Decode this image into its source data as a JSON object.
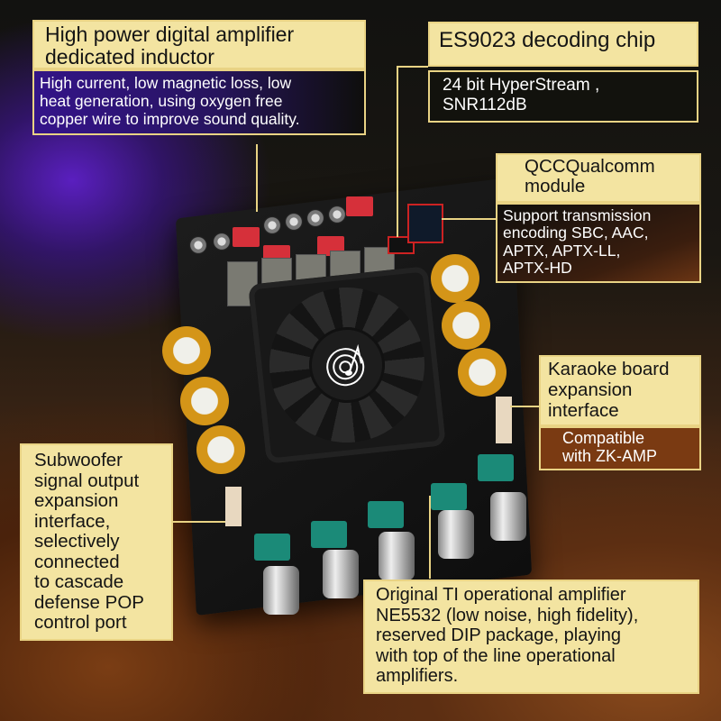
{
  "image": {
    "subject": "audio amplifier board with cooling fan",
    "background_colors": {
      "top_left": "#5a1fbf",
      "bottom": "#6a3514",
      "top": "#151412"
    },
    "accent_colors": {
      "label_fill": "#f3e4a1",
      "label_border": "#e9d384",
      "label_text": "#141414",
      "desc_text": "#ffffff"
    }
  },
  "callouts": {
    "inductor": {
      "title": [
        "High power digital amplifier",
        "dedicated inductor"
      ],
      "description": [
        "High current, low magnetic loss, low",
        "heat generation, using oxygen free",
        "copper wire to improve sound quality."
      ]
    },
    "decoder": {
      "title": "ES9023 decoding chip",
      "description": [
        "24 bit HyperStream ,",
        "SNR112dB"
      ]
    },
    "qualcomm": {
      "title": [
        "QCCQualcomm",
        "module"
      ],
      "description": [
        "Support transmission",
        "encoding SBC, AAC,",
        "APTX, APTX-LL,",
        "APTX-HD"
      ]
    },
    "karaoke": {
      "title": [
        "Karaoke board",
        "expansion",
        "interface"
      ],
      "description": [
        "Compatible",
        "with ZK-AMP"
      ]
    },
    "subwoofer": {
      "text": [
        "Subwoofer",
        "signal output",
        "expansion",
        "interface,",
        "selectively",
        "connected",
        "to cascade",
        "defense POP",
        "control port"
      ]
    },
    "opamp": {
      "text": [
        "Original TI operational amplifier",
        "NE5532 (low noise, high fidelity),",
        "reserved DIP package, playing",
        "with top of the line operational",
        "amplifiers."
      ]
    }
  }
}
